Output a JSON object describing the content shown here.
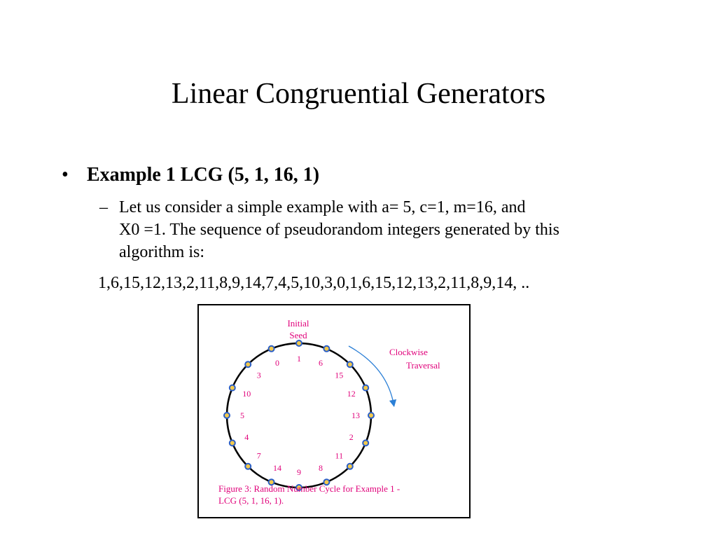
{
  "slide": {
    "title": "Linear Congruential Generators",
    "bullet": {
      "marker": "•",
      "text": "Example 1 LCG (5, 1, 16, 1)"
    },
    "subbullet": {
      "marker": "–",
      "line1": "Let us consider a simple example with a= 5,  c=1, m=16, and",
      "line2": "X0 =1. The sequence of pseudorandom integers generated by this",
      "line3": "algorithm is:"
    },
    "sequence": "1,6,15,12,13,2,11,8,9,14,7,4,5,10,3,0,1,6,15,12,13,2,11,8,9,14, .."
  },
  "diagram": {
    "nodes": [
      "1",
      "6",
      "15",
      "12",
      "13",
      "2",
      "11",
      "8",
      "9",
      "14",
      "7",
      "4",
      "5",
      "10",
      "3",
      "0"
    ],
    "seed_label_line1": "Initial",
    "seed_label_line2": "Seed",
    "direction_label_line1": "Clockwise",
    "direction_label_line2": "Traversal",
    "caption_line1": "Figure 3: Random Number Cycle for Example 1 -",
    "caption_line2": "LCG (5, 1, 16, 1).",
    "colors": {
      "label": "#e0007a",
      "arrow": "#2b7fd6",
      "node_fill": "#f2c94c",
      "node_stroke": "#2b5fc7",
      "circle": "#000000"
    }
  }
}
